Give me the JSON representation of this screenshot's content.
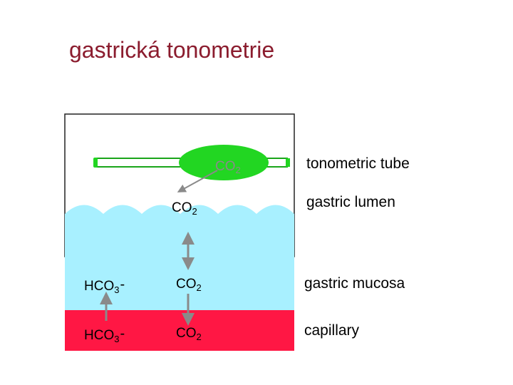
{
  "title": "gastrická tonometrie",
  "layers": {
    "tube": "tonometric tube",
    "lumen": "gastric lumen",
    "mucosa": "gastric mucosa",
    "capillary": "capillary"
  },
  "molecules": {
    "co2_formula": "CO",
    "co2_subscript": "2",
    "hco3_formula": "HCO",
    "hco3_subscript": "3",
    "hco3_charge": "-"
  },
  "colors": {
    "title": "#8b1c2e",
    "balloon": "#22d622",
    "mucosa": "#a8f0ff",
    "capillary": "#ff1744",
    "arrow": "#8a8a8a"
  }
}
